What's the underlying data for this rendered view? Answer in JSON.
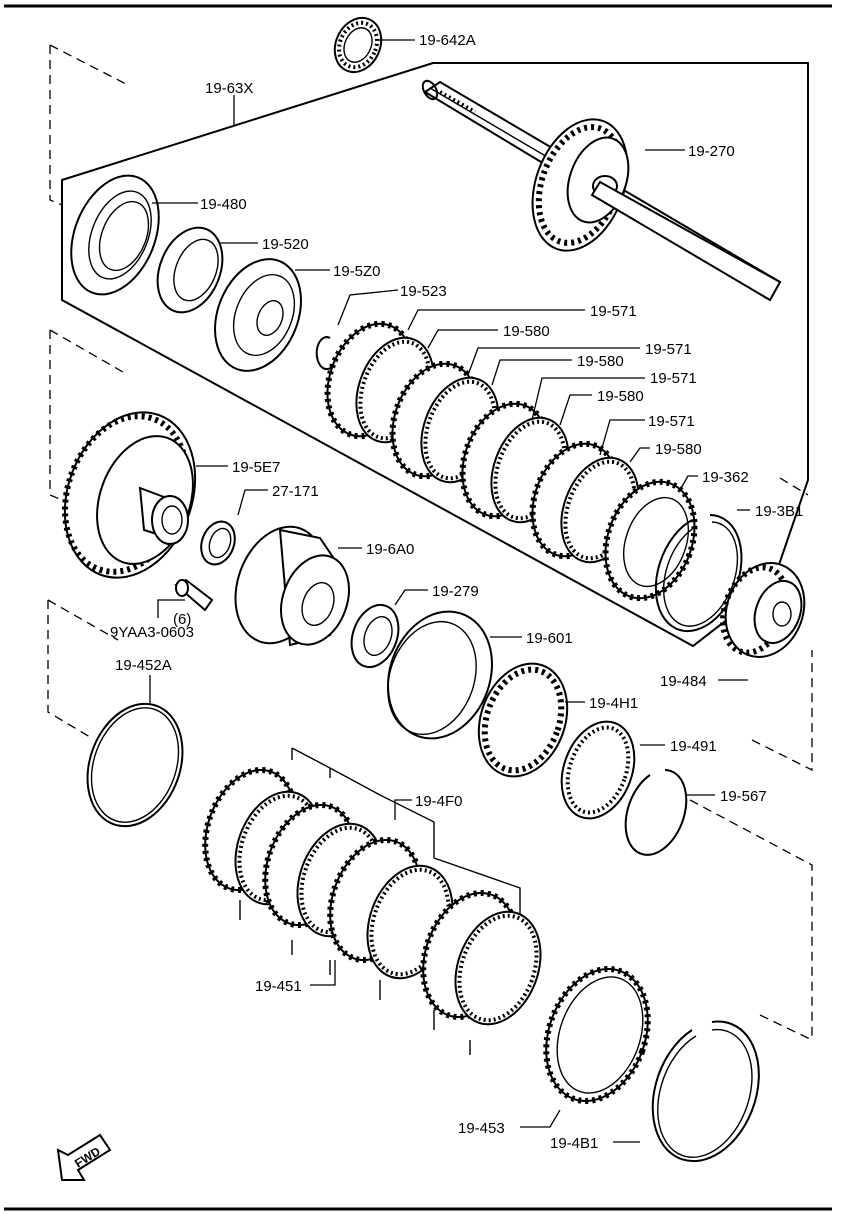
{
  "diagram": {
    "fwd_label": "FWD",
    "parts": [
      {
        "id": "p642a",
        "label": "19-642A"
      },
      {
        "id": "p63x",
        "label": "19-63X"
      },
      {
        "id": "p270",
        "label": "19-270"
      },
      {
        "id": "p480",
        "label": "19-480"
      },
      {
        "id": "p520",
        "label": "19-520"
      },
      {
        "id": "p5z0",
        "label": "19-5Z0"
      },
      {
        "id": "p523",
        "label": "19-523"
      },
      {
        "id": "p571a",
        "label": "19-571"
      },
      {
        "id": "p580a",
        "label": "19-580"
      },
      {
        "id": "p571b",
        "label": "19-571"
      },
      {
        "id": "p580b",
        "label": "19-580"
      },
      {
        "id": "p571c",
        "label": "19-571"
      },
      {
        "id": "p580c",
        "label": "19-580"
      },
      {
        "id": "p571d",
        "label": "19-571"
      },
      {
        "id": "p580d",
        "label": "19-580"
      },
      {
        "id": "p362",
        "label": "19-362"
      },
      {
        "id": "p3b1",
        "label": "19-3B1"
      },
      {
        "id": "p5e7",
        "label": "19-5E7"
      },
      {
        "id": "p27171",
        "label": "27-171"
      },
      {
        "id": "p6a0",
        "label": "19-6A0"
      },
      {
        "id": "p279",
        "label": "19-279"
      },
      {
        "id": "p601",
        "label": "19-601"
      },
      {
        "id": "p9yaa3",
        "label": "9YAA3-0603"
      },
      {
        "id": "p6qty",
        "label": "(6)"
      },
      {
        "id": "p484",
        "label": "19-484"
      },
      {
        "id": "p452a",
        "label": "19-452A"
      },
      {
        "id": "p4h1",
        "label": "19-4H1"
      },
      {
        "id": "p491",
        "label": "19-491"
      },
      {
        "id": "p567",
        "label": "19-567"
      },
      {
        "id": "p4f0",
        "label": "19-4F0"
      },
      {
        "id": "p451",
        "label": "19-451"
      },
      {
        "id": "p453",
        "label": "19-453"
      },
      {
        "id": "p4b1",
        "label": "19-4B1"
      }
    ]
  }
}
